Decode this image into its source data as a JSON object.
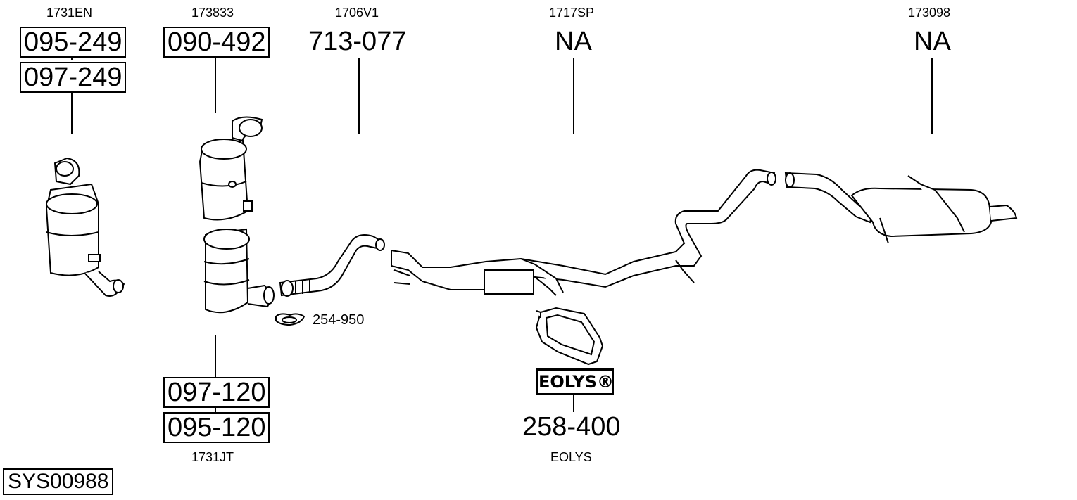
{
  "diagram": {
    "system_code": "SYS00988",
    "parts": [
      {
        "ref": "1731EN",
        "numbers": [
          "095-249",
          "097-249"
        ]
      },
      {
        "ref": "173833",
        "numbers": [
          "090-492"
        ]
      },
      {
        "ref": "1706V1",
        "numbers": [
          "713-077"
        ]
      },
      {
        "ref": "1717SP",
        "numbers": [
          "NA"
        ]
      },
      {
        "ref": "173098",
        "numbers": [
          "NA"
        ]
      },
      {
        "ref": "1731JT",
        "numbers": [
          "097-120",
          "095-120"
        ]
      },
      {
        "ref": "EOLYS",
        "numbers": [
          "258-400"
        ],
        "badge": "EOLYS®"
      },
      {
        "ref": "",
        "numbers": [
          "254-950"
        ]
      }
    ]
  }
}
